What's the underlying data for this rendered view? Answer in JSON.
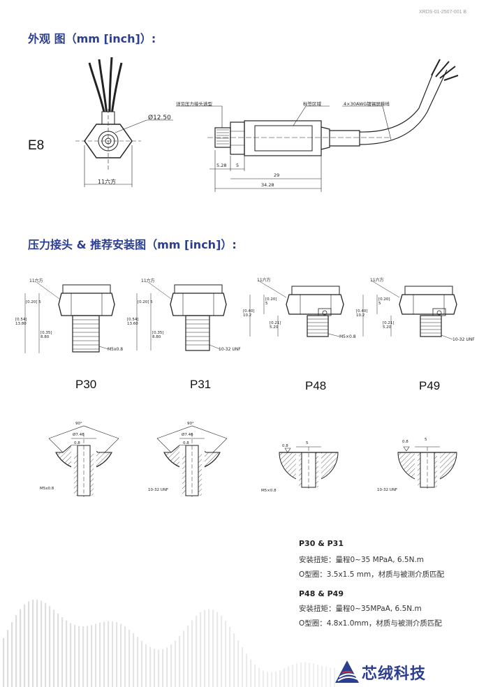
{
  "doc_id": "XRDS-01-2507-001 B",
  "section1": {
    "title": "外观 图（mm [inch]）:",
    "model": "E8",
    "labels": {
      "diameter": "Ø12.50",
      "hex": "11六方",
      "connector_note": "详见压力接头选型",
      "label_area": "标签区域",
      "cable": "4×30AWG镀锡屏蔽线",
      "dim_528": "5.28",
      "dim_5": "5",
      "dim_29": "29",
      "dim_3428": "34.28"
    }
  },
  "section2": {
    "title": "压力接头 & 推荐安装图（mm [inch]）:",
    "fittings": [
      {
        "name": "P30",
        "hex": "11六方",
        "thread": "M5x0.8",
        "dims": [
          "[0.20]",
          "5",
          "[0.54]",
          "13.80",
          "[0.35]",
          "8.80"
        ]
      },
      {
        "name": "P31",
        "hex": "11六方",
        "thread": "10-32 UNF",
        "dims": [
          "[0.20]",
          "5",
          "[0.54]",
          "13.60",
          "[0.35]",
          "8.80"
        ]
      },
      {
        "name": "P48",
        "hex": "11六方",
        "thread": "M5×0.8",
        "dims": [
          "[0.20]",
          "5",
          "[0.40]",
          "10.2",
          "[0.21]",
          "5.20"
        ]
      },
      {
        "name": "P49",
        "hex": "11六方",
        "thread": "10-32 UNF",
        "dims": [
          "[0.20]",
          "5",
          "[0.40]",
          "10.2",
          "[0.21]",
          "5.20"
        ]
      }
    ],
    "mounts": [
      {
        "angle": "90°",
        "dia": "Ø7.46",
        "rough": "0.8",
        "thread": "M5x0.8"
      },
      {
        "angle": "90°",
        "dia": "Ø7.46",
        "rough": "0.8",
        "thread": "10-32 UNF"
      },
      {
        "rough": "0.8",
        "width": "5",
        "thread": "M5×0.8"
      },
      {
        "rough": "0.8",
        "width": "5",
        "thread": "10-32 UNF"
      }
    ]
  },
  "specs": [
    {
      "title": "P30 &  P31",
      "lines": [
        "安装扭矩：量程0~35 MPaA, 6.5N.m",
        "O型圈：3.5x1.5 mm，材质与被测介质匹配"
      ]
    },
    {
      "title": "P48 &  P49",
      "lines": [
        "安装扭矩：量程0~35MPaA, 6.5N.m",
        "O型圈：4.8x1.0mm，材质与被测介质匹配"
      ]
    }
  ],
  "brand": "芯绒科技",
  "colors": {
    "accent": "#2c3e8f",
    "line": "#222222",
    "wave": "#d4d4d4"
  }
}
